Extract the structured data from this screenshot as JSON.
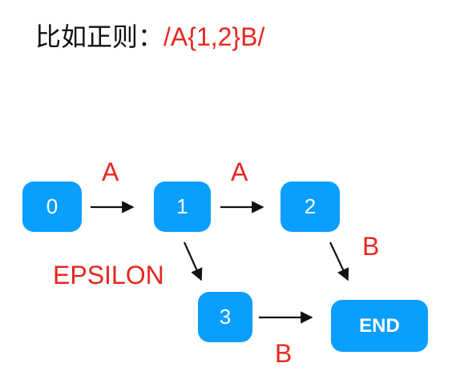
{
  "title": {
    "prefix": "比如正则：",
    "regex": "/A{1,2}B/",
    "regex_color": "#e8261f"
  },
  "colors": {
    "node_fill": "#0a9eff",
    "edge_label": "#e8261f",
    "arrow": "#111111"
  },
  "nodes": [
    {
      "id": "0",
      "label": "0"
    },
    {
      "id": "1",
      "label": "1"
    },
    {
      "id": "2",
      "label": "2"
    },
    {
      "id": "3",
      "label": "3"
    },
    {
      "id": "end",
      "label": "END"
    }
  ],
  "edges": [
    {
      "from": "0",
      "to": "1",
      "label": "A"
    },
    {
      "from": "1",
      "to": "2",
      "label": "A"
    },
    {
      "from": "1",
      "to": "3",
      "label": "EPSILON"
    },
    {
      "from": "2",
      "to": "end",
      "label": "B"
    },
    {
      "from": "3",
      "to": "end",
      "label": "B"
    }
  ]
}
